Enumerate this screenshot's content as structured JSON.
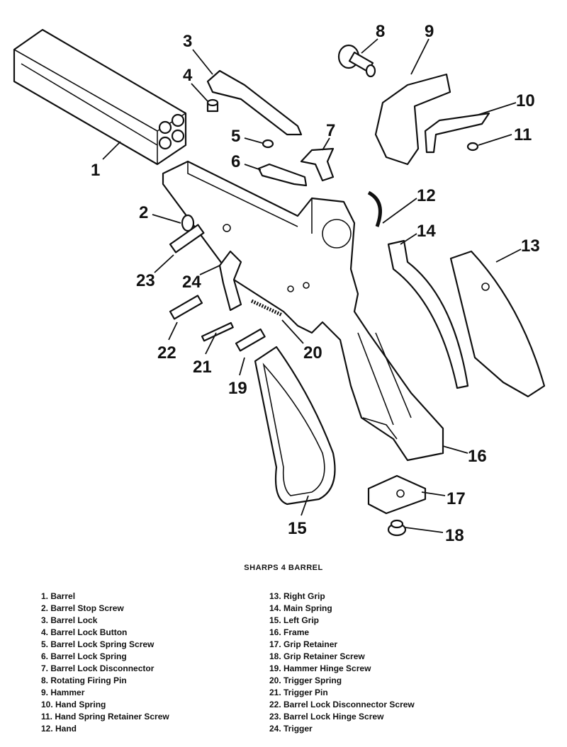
{
  "title": "SHARPS 4 BARREL",
  "callouts": [
    "1",
    "2",
    "3",
    "4",
    "5",
    "6",
    "7",
    "8",
    "9",
    "10",
    "11",
    "12",
    "13",
    "14",
    "15",
    "16",
    "17",
    "18",
    "19",
    "20",
    "21",
    "22",
    "23",
    "24"
  ],
  "parts_left": [
    "1. Barrel",
    "2. Barrel Stop Screw",
    "3. Barrel Lock",
    "4. Barrel Lock Button",
    "5. Barrel Lock Spring Screw",
    "6. Barrel Lock Spring",
    "7. Barrel Lock Disconnector",
    "8. Rotating Firing Pin",
    "9. Hammer",
    "10. Hand Spring",
    "11. Hand Spring Retainer Screw",
    "12. Hand"
  ],
  "parts_right": [
    "13. Right Grip",
    "14. Main Spring",
    "15. Left Grip",
    "16. Frame",
    "17. Grip Retainer",
    "18. Grip Retainer Screw",
    "19. Hammer Hinge Screw",
    "20. Trigger Spring",
    "21. Trigger Pin",
    "22. Barrel Lock Disconnector Screw",
    "23. Barrel Lock Hinge Screw",
    "24. Trigger"
  ]
}
